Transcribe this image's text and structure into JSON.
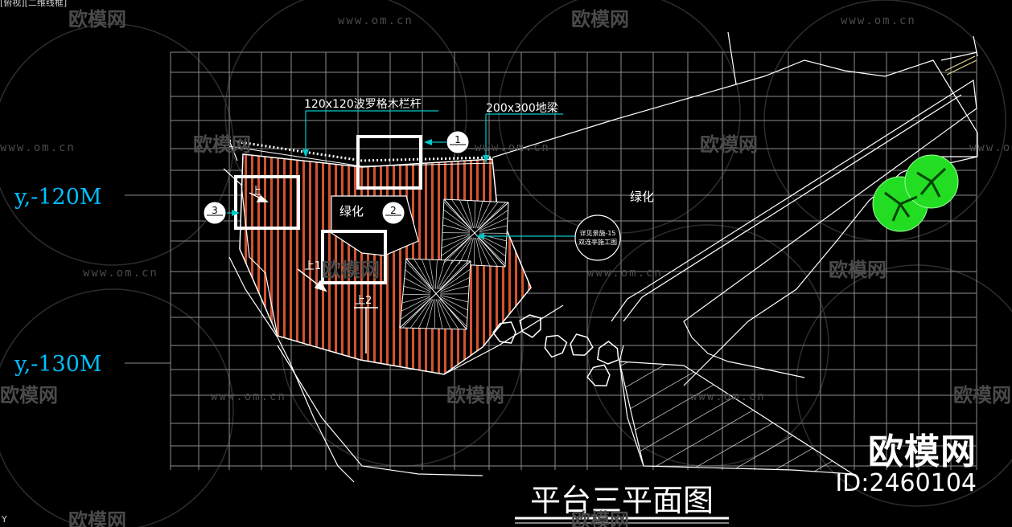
{
  "viewport_label": "[俯视][二维线框]",
  "ucs_label": "Y",
  "elevation_labels": [
    "y,-120M",
    "y,-130M"
  ],
  "annotations": {
    "railing": "120x120波罗格木栏杆",
    "beam": "200x300地梁",
    "green_left": "绿化",
    "green_right": "绿化",
    "step_up_1": "上1",
    "step_up_2": "上2",
    "step_up_3": "上",
    "detail_note_line1": "详见景施-15",
    "detail_note_line2": "双连亭施工图"
  },
  "callouts": [
    "1",
    "2",
    "3"
  ],
  "drawing_title": "平台三平面图",
  "watermark": {
    "url": "www.om.cn",
    "brand": "欧模网",
    "id": "ID:2460104"
  },
  "colors": {
    "background": "#000000",
    "grid": "#ffffff",
    "elevation_text": "#00bfff",
    "leader": "#00c8c8",
    "deck": "#d2522f",
    "tree": "#22dd22"
  }
}
